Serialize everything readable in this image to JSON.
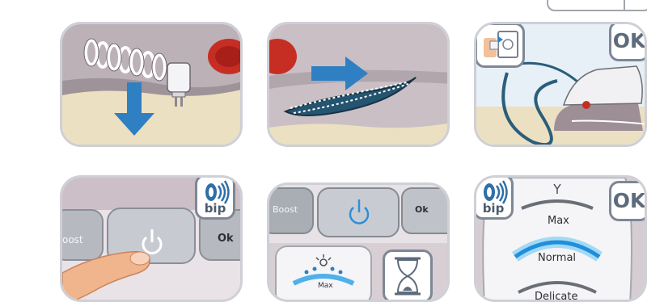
{
  "panels": {
    "p3": {
      "ok": "OK"
    },
    "p4": {
      "bip": "bip",
      "button_boost": "oost",
      "button_ok": "Ok"
    },
    "p5": {
      "button_boost": "Boost",
      "button_ok": "Ok",
      "steam_level": "Max"
    },
    "p6": {
      "bip": "bip",
      "ok": "OK",
      "levels": [
        "Max",
        "Normal",
        "Delicate"
      ]
    }
  },
  "icons": [
    "plug-icon",
    "arrow-down-icon",
    "arrow-right-icon",
    "power-icon",
    "sound-waves-icon",
    "hourglass-icon",
    "steam-icon"
  ],
  "colors": {
    "accent_blue": "#2f7fc3",
    "badge_border": "#7e8795",
    "panel_border": "#cfcfd6",
    "iron_body": "#c6bcc2",
    "table": "#eee2c4"
  }
}
